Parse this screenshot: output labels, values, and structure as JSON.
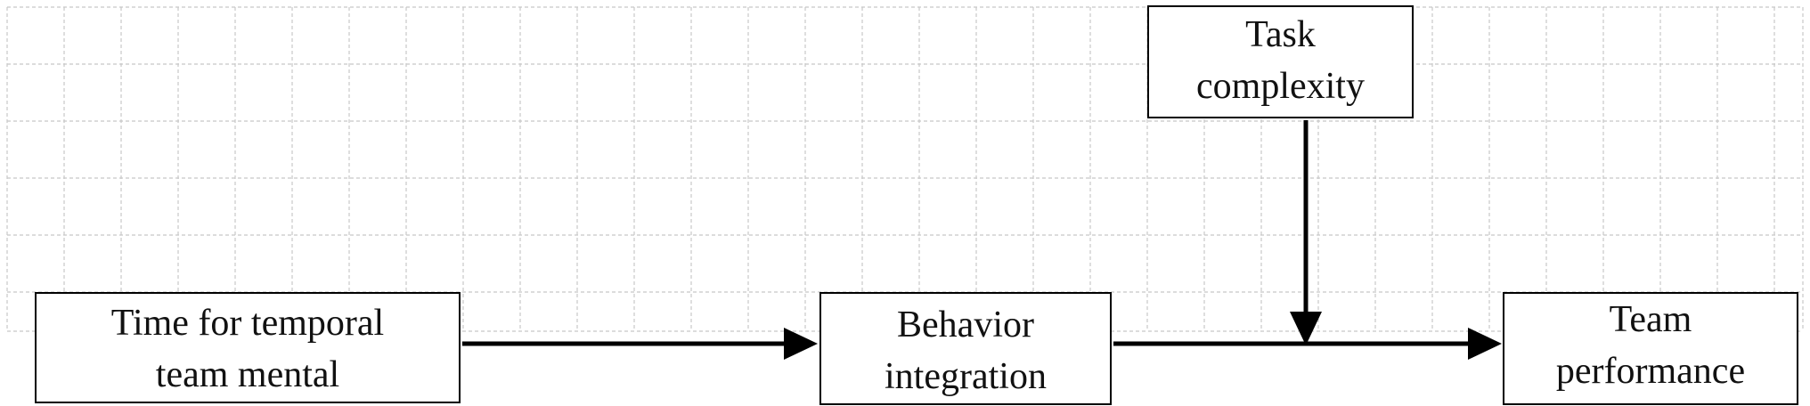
{
  "diagram": {
    "nodes": {
      "task_complexity": {
        "lines": [
          "Task",
          "complexity"
        ]
      },
      "time_temporal": {
        "lines": [
          "Time for temporal",
          "team mental"
        ]
      },
      "behavior_integration": {
        "lines": [
          "Behavior",
          "integration"
        ]
      },
      "team_performance": {
        "lines": [
          "Team",
          "performance"
        ]
      }
    },
    "edges": [
      {
        "from": "time_temporal",
        "to": "behavior_integration"
      },
      {
        "from": "behavior_integration",
        "to": "team_performance"
      },
      {
        "from": "task_complexity",
        "to": "behavior_integration->team_performance",
        "kind": "moderation"
      }
    ],
    "grid_color": "#c8c8c8",
    "line_color": "#000000"
  }
}
